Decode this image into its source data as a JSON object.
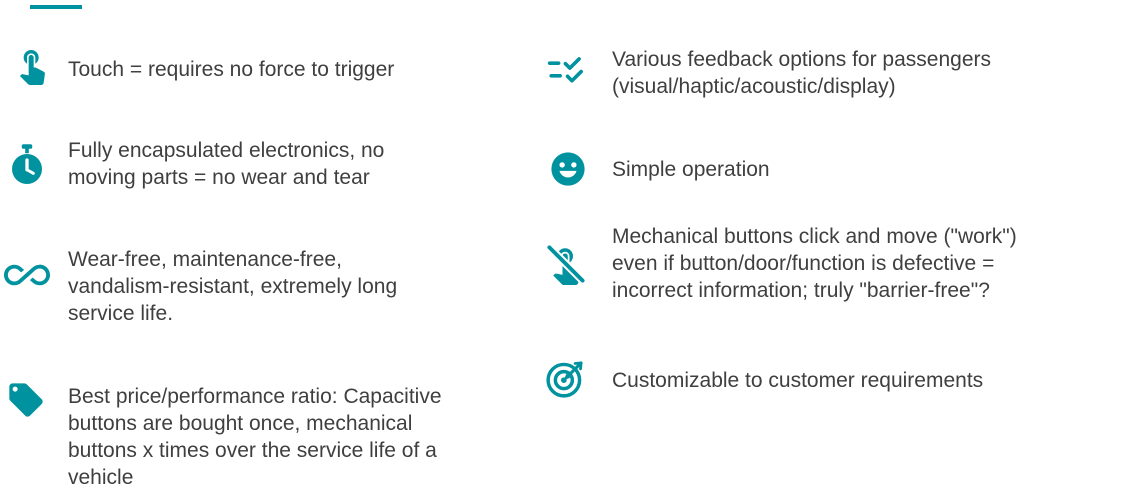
{
  "colors": {
    "accent": "#00929E",
    "text": "#3F3F3F"
  },
  "features": {
    "left": [
      {
        "icon": "touch-icon",
        "text": "Touch = requires no force to trigger"
      },
      {
        "icon": "stopwatch-icon",
        "text": "Fully encapsulated electronics, no\nmoving parts = no wear and tear"
      },
      {
        "icon": "infinity-icon",
        "text": "Wear-free, maintenance-free,\nvandalism-resistant, extremely long\nservice life."
      },
      {
        "icon": "price-tag-icon",
        "text": "Best price/performance ratio: Capacitive\nbuttons are bought once, mechanical\nbuttons x times over the service life of a\nvehicle"
      }
    ],
    "right": [
      {
        "icon": "feedback-checks-icon",
        "text": "Various feedback options for passengers\n(visual/haptic/acoustic/display)"
      },
      {
        "icon": "smiley-icon",
        "text": "Simple operation"
      },
      {
        "icon": "no-mechanical-click-icon",
        "text": "Mechanical buttons click and move (\"work\")\neven if button/door/function is defective =\nincorrect information; truly \"barrier-free\"?"
      },
      {
        "icon": "target-icon",
        "text": "Customizable to customer requirements"
      }
    ]
  }
}
